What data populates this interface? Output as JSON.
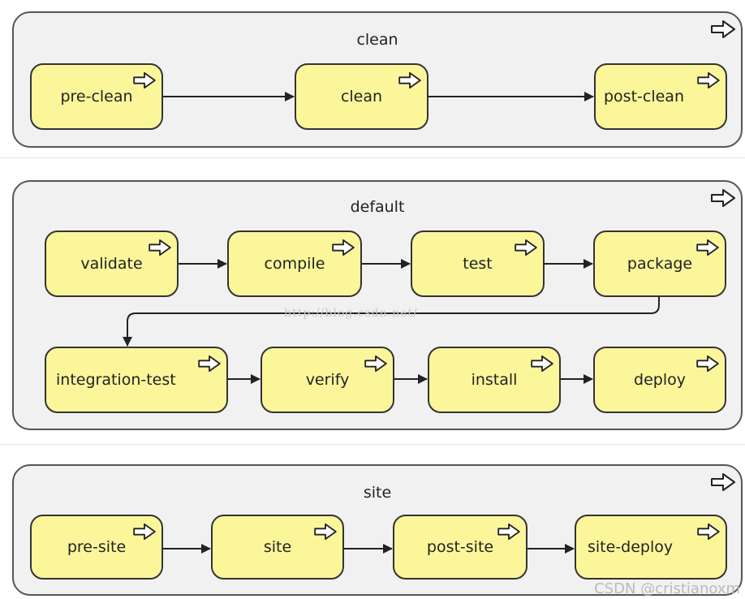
{
  "lifecycles": {
    "clean": {
      "title": "clean",
      "phases": [
        "pre-clean",
        "clean",
        "post-clean"
      ]
    },
    "default": {
      "title": "default",
      "phases": [
        "validate",
        "compile",
        "test",
        "package",
        "integration-test",
        "verify",
        "install",
        "deploy"
      ]
    },
    "site": {
      "title": "site",
      "phases": [
        "pre-site",
        "site",
        "post-site",
        "site-deploy"
      ]
    }
  },
  "watermark": "http://blog.csdn.net/",
  "credit": "CSDN @cristianoxm",
  "colors": {
    "phase_fill": "#fcf69b",
    "lane_fill": "#f1f1f1",
    "border": "#333333",
    "connector": "#222222"
  },
  "icons": {
    "phase_marker": "open-arrow-right-icon",
    "lane_marker": "open-arrow-right-icon"
  }
}
